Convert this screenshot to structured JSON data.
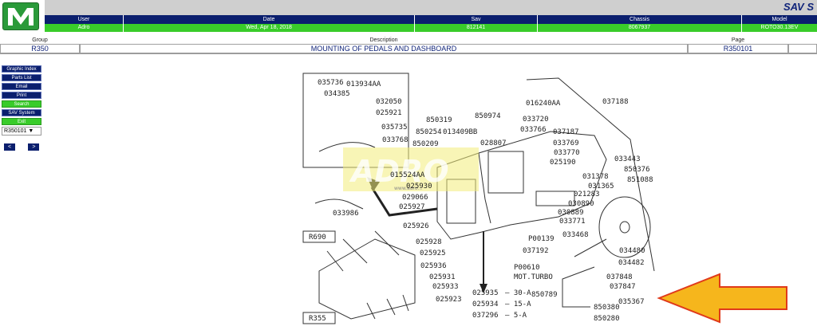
{
  "app": {
    "title": "SAV S"
  },
  "header": {
    "columns": [
      {
        "label": "User",
        "value": "Adro"
      },
      {
        "label": "Date",
        "value": "Wed, Apr 18, 2018"
      },
      {
        "label": "Sav",
        "value": "812141"
      },
      {
        "label": "Chassis",
        "value": "8067937"
      },
      {
        "label": "Model",
        "value": "ROTO30.13EV"
      }
    ]
  },
  "info": {
    "group_label": "Group",
    "group_value": "R350",
    "description_label": "Description",
    "description_value": "MOUNTING OF PEDALS AND DASHBOARD",
    "page_label": "Page",
    "page_value": "R350101"
  },
  "sidebar": {
    "items": [
      {
        "label": "Graphic Index",
        "style": "blue"
      },
      {
        "label": "Parts List",
        "style": "blue"
      },
      {
        "label": "Email",
        "style": "blue"
      },
      {
        "label": "Print",
        "style": "blue"
      },
      {
        "label": "Search",
        "style": "green"
      },
      {
        "label": "SAV System",
        "style": "blue"
      },
      {
        "label": "Exit",
        "style": "green"
      }
    ],
    "page_select": "R350101 ▼",
    "prev": "<",
    "next": ">"
  },
  "diagram": {
    "watermark": "ADRO",
    "watermark_url": "www.adro...",
    "refs": [
      "R690",
      "R355"
    ],
    "parts": [
      "035736",
      "034385",
      "013934AA",
      "032050",
      "025921",
      "035735",
      "033768",
      "033986",
      "850319",
      "850254",
      "850209",
      "013409BB",
      "850974",
      "016240AA",
      "037188",
      "033720",
      "033766",
      "028807",
      "037187",
      "033769",
      "033770",
      "025190",
      "033443",
      "031378",
      "031365",
      "021283",
      "030890",
      "030889",
      "033771",
      "033468",
      "850376",
      "851088",
      "034480",
      "034482",
      "015524AA",
      "025930",
      "029066",
      "025927",
      "025926",
      "025928",
      "025925",
      "025936",
      "025931",
      "025933",
      "025923",
      "P00139",
      "037192",
      "P00610",
      "MOT.TURBO",
      "025935",
      "025934",
      "037296",
      "037848",
      "037847",
      "035367",
      "850789",
      "850380",
      "850280"
    ],
    "fuse_labels": [
      "30-A",
      "15-A",
      "5-A"
    ]
  },
  "colors": {
    "navy": "#0b1f6e",
    "green": "#39cc2a",
    "arrow": "#f6b61c",
    "arrow_border": "#e03a1a"
  }
}
